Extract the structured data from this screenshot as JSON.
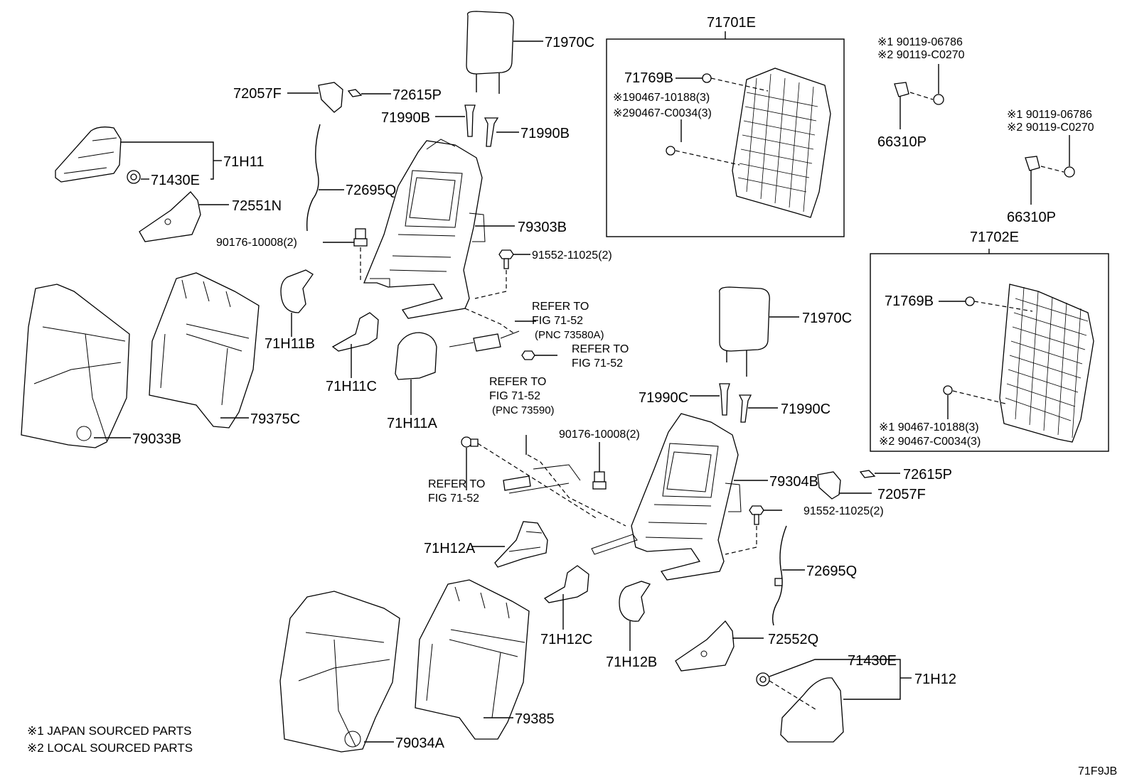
{
  "labels": {
    "p71970C_top": "71970C",
    "p71701E": "71701E",
    "p71769B_a": "71769B",
    "p90467_1a": "※190467-10188(3)",
    "p90467_2a": "※290467-C0034(3)",
    "p90119_1a": "※1 90119-06786",
    "p90119_2a": "※2 90119-C0270",
    "p66310P_a": "66310P",
    "p90119_1b": "※1 90119-06786",
    "p90119_2b": "※2 90119-C0270",
    "p66310P_b": "66310P",
    "p71702E": "71702E",
    "p71769B_b": "71769B",
    "p90467_1b": "※1 90467-10188(3)",
    "p90467_2b": "※2 90467-C0034(3)",
    "p72057F_top": "72057F",
    "p72615P_top": "72615P",
    "p71990B_a": "71990B",
    "p71990B_b": "71990B",
    "p71H11": "71H11",
    "p71430E_top": "71430E",
    "p72695Q_top": "72695Q",
    "p72551N": "72551N",
    "p79303B": "79303B",
    "p90176_top": "90176-10008(2)",
    "p91552_top": "91552-11025(2)",
    "p71H11B": "71H11B",
    "p71H11C": "71H11C",
    "p71H11A": "71H11A",
    "p79375C": "79375C",
    "p79033B": "79033B",
    "p71970C_mid": "71970C",
    "p71990C_a": "71990C",
    "p71990C_b": "71990C",
    "p90176_mid": "90176-10008(2)",
    "p79304B": "79304B",
    "p72615P_mid": "72615P",
    "p72057F_mid": "72057F",
    "p91552_mid": "91552-11025(2)",
    "p71H12A": "71H12A",
    "p72695Q_mid": "72695Q",
    "p71H12C": "71H12C",
    "p71H12B": "71H12B",
    "p72552Q": "72552Q",
    "p71430E_bot": "71430E",
    "p71H12": "71H12",
    "p79385": "79385",
    "p79034A": "79034A",
    "diagram_id": "71F9JB"
  },
  "refs": {
    "ref1_l1": "REFER TO",
    "ref1_l2": "FIG 71-52",
    "ref1_l3": "(PNC 73580A)",
    "ref2_l1": "REFER TO",
    "ref2_l2": "FIG 71-52",
    "ref3_l1": "REFER TO",
    "ref3_l2": "FIG 71-52",
    "ref3_l3": "(PNC 73590)",
    "ref4_l1": "REFER TO",
    "ref4_l2": "FIG 71-52"
  },
  "notes": {
    "note1": "※1 JAPAN SOURCED PARTS",
    "note2": "※2 LOCAL SOURCED PARTS"
  }
}
